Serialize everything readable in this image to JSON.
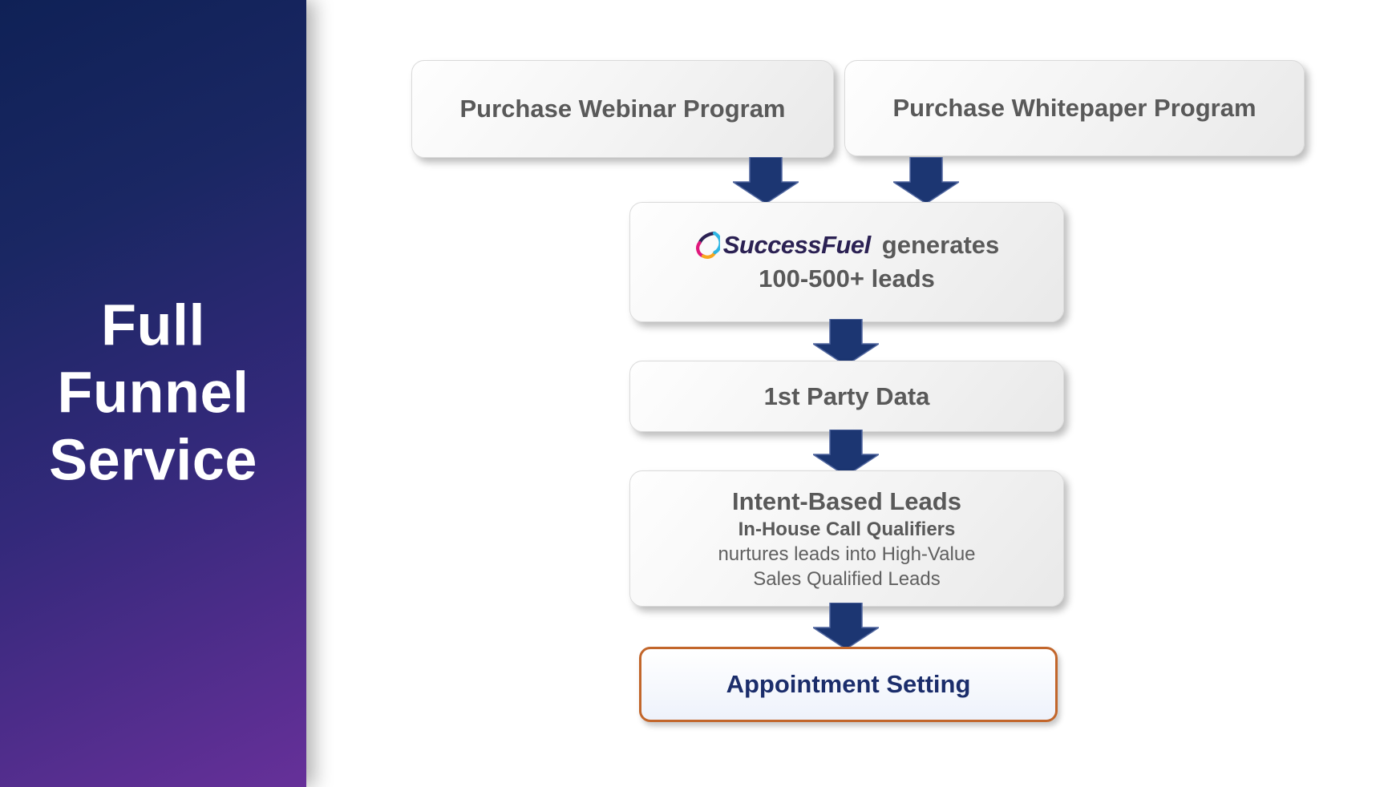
{
  "sidebar": {
    "title": "Full\nFunnel\nService"
  },
  "boxes": {
    "webinar": {
      "label": "Purchase Webinar Program"
    },
    "whitepaper": {
      "label": "Purchase Whitepaper Program"
    },
    "generator": {
      "brand_part1": "Success",
      "brand_part2": "Fuel",
      "suffix": "generates",
      "line2": "100-500+ leads"
    },
    "first_party": {
      "label": "1st Party Data"
    },
    "intent": {
      "title": "Intent-Based Leads",
      "subtitle": "In-House Call Qualifiers",
      "line3": "nurtures leads into High-Value",
      "line4": "Sales Qualified Leads"
    },
    "appointment": {
      "label": "Appointment Setting"
    }
  },
  "icons": {
    "droplet": "successfuel-droplet-icon",
    "arrows": "down-arrow-icon"
  },
  "colors": {
    "sidebar_top": "#0f2156",
    "sidebar_bottom": "#663099",
    "arrow_navy": "#1c3672",
    "box_text_gray": "#595959",
    "appointment_border_orange": "#c2662b",
    "appointment_text_navy": "#1b2d6b",
    "brand_purple": "#2b2153",
    "brand_cyan": "#2eb6e4",
    "brand_magenta": "#e0187c",
    "brand_yellow": "#f7a61e"
  }
}
